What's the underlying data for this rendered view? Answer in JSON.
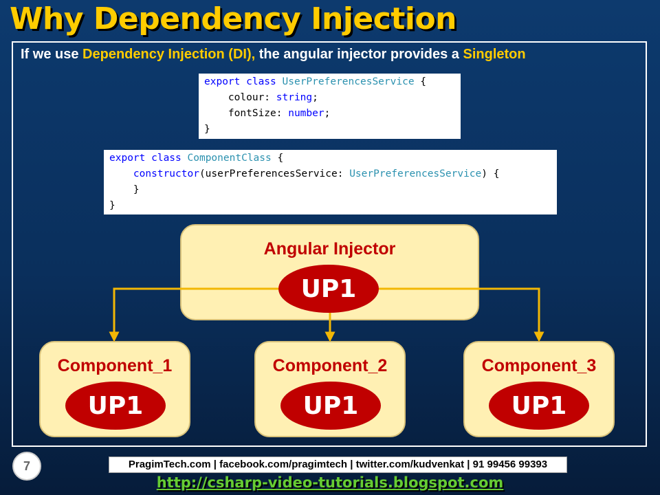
{
  "slide": {
    "title": "Why Dependency Injection",
    "intro": {
      "prefix": "If we use ",
      "highlight1": "Dependency Injection (DI),",
      "middle": " the angular injector provides a ",
      "highlight2": "Singleton"
    },
    "code_service": {
      "l1_kw": "export class ",
      "l1_type": "UserPreferencesService",
      "l1_end": " {",
      "l2_name": "    colour: ",
      "l2_type": "string",
      "l2_end": ";",
      "l3_name": "    fontSize: ",
      "l3_type": "number",
      "l3_end": ";",
      "l4": "}"
    },
    "code_component": {
      "l1_kw": "export class ",
      "l1_type": "ComponentClass",
      "l1_end": " {",
      "l2_kw": "    constructor",
      "l2_param": "(userPreferencesService: ",
      "l2_type": "UserPreferencesService",
      "l2_end": ") {",
      "l3": "    }",
      "l4": "}"
    },
    "injector": {
      "label": "Angular Injector",
      "instance": "UP1"
    },
    "components": [
      {
        "label": "Component_1",
        "instance": "UP1"
      },
      {
        "label": "Component_2",
        "instance": "UP1"
      },
      {
        "label": "Component_3",
        "instance": "UP1"
      }
    ],
    "page_number": "7",
    "footer_contacts": "PragimTech.com | facebook.com/pragimtech  | twitter.com/kudvenkat  | 91 99456 99393",
    "footer_url": "http://csharp-video-tutorials.blogspot.com"
  },
  "colors": {
    "title": "#ffcc00",
    "highlight": "#ffcc00",
    "box_fill": "#fff0b3",
    "ellipse": "#c00000",
    "label_red": "#c00000",
    "arrow": "#f2b705",
    "link_green": "#66cc33"
  }
}
